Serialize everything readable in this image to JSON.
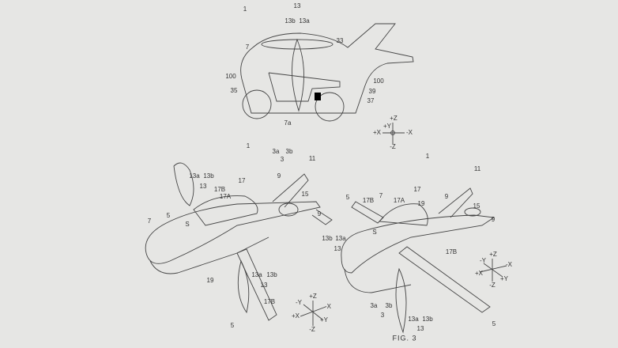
{
  "figure_caption": "FIG. 3",
  "top_view": {
    "labels": [
      "1",
      "13",
      "13b",
      "13a",
      "7",
      "33",
      "100",
      "35",
      "100",
      "39",
      "37",
      "7a",
      "3a",
      "3b",
      "3",
      "+Z",
      "+Y",
      "+X",
      "-X",
      "-Z"
    ]
  },
  "left_view": {
    "labels": [
      "1",
      "13a",
      "13b",
      "13",
      "17",
      "17B",
      "17A",
      "9",
      "11",
      "15",
      "9",
      "5",
      "7",
      "S",
      "19",
      "13a",
      "13b",
      "13",
      "17B",
      "5",
      "+Z",
      "-Y",
      "-X",
      "+X",
      "+Y",
      "-Z"
    ]
  },
  "right_view": {
    "labels": [
      "1",
      "17",
      "11",
      "5",
      "17B",
      "7",
      "17A",
      "19",
      "9",
      "15",
      "9",
      "S",
      "13b",
      "13a",
      "13",
      "17B",
      "+Z",
      "-Y",
      "-X",
      "+X",
      "+Y",
      "-Z",
      "3a",
      "3b",
      "3",
      "13a",
      "13b",
      "13",
      "5"
    ]
  }
}
